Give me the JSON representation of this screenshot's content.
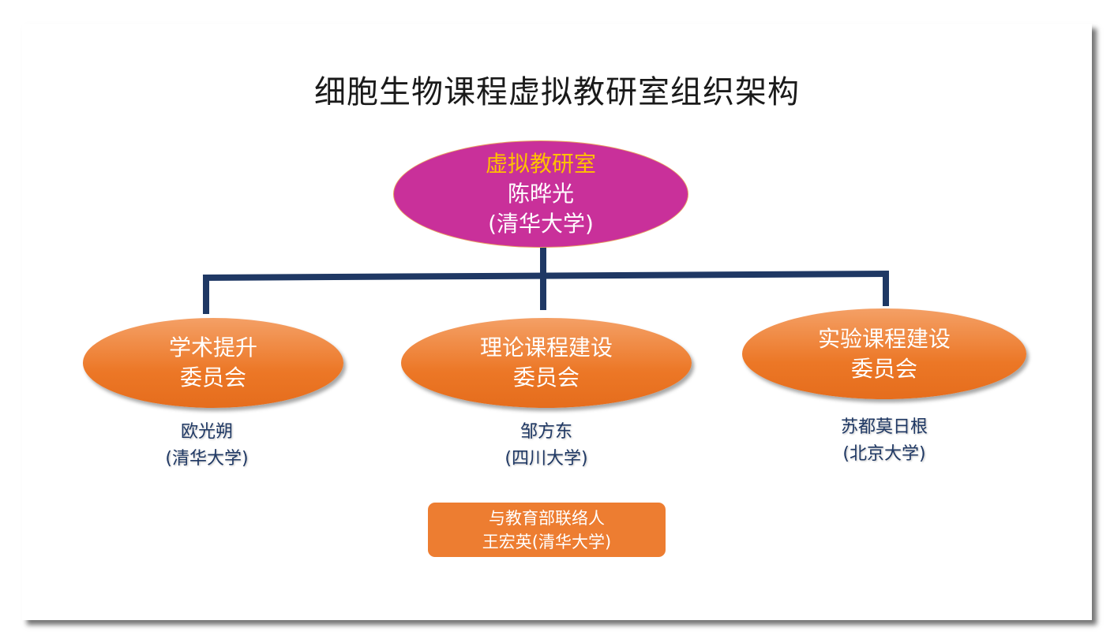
{
  "title": "细胞生物课程虚拟教研室组织架构",
  "root": {
    "label": "虚拟教研室",
    "person": "陈晔光",
    "affiliation": "(清华大学)"
  },
  "committees": [
    {
      "line1": "学术提升",
      "line2": "委员会",
      "person": "欧光朔",
      "affiliation": "(清华大学)"
    },
    {
      "line1": "理论课程建设",
      "line2": "委员会",
      "person": "邹方东",
      "affiliation": "(四川大学)"
    },
    {
      "line1": "实验课程建设",
      "line2": "委员会",
      "person": "苏都莫日根",
      "affiliation": "(北京大学)"
    }
  ],
  "liaison": {
    "line1": "与教育部联络人",
    "line2": "王宏英(清华大学)"
  },
  "colors": {
    "root_fill": "#c9309a",
    "root_label": "#ffc000",
    "committee_fill": "#ec7726",
    "connector": "#1f3864",
    "liaison_fill": "#ed7d31"
  }
}
